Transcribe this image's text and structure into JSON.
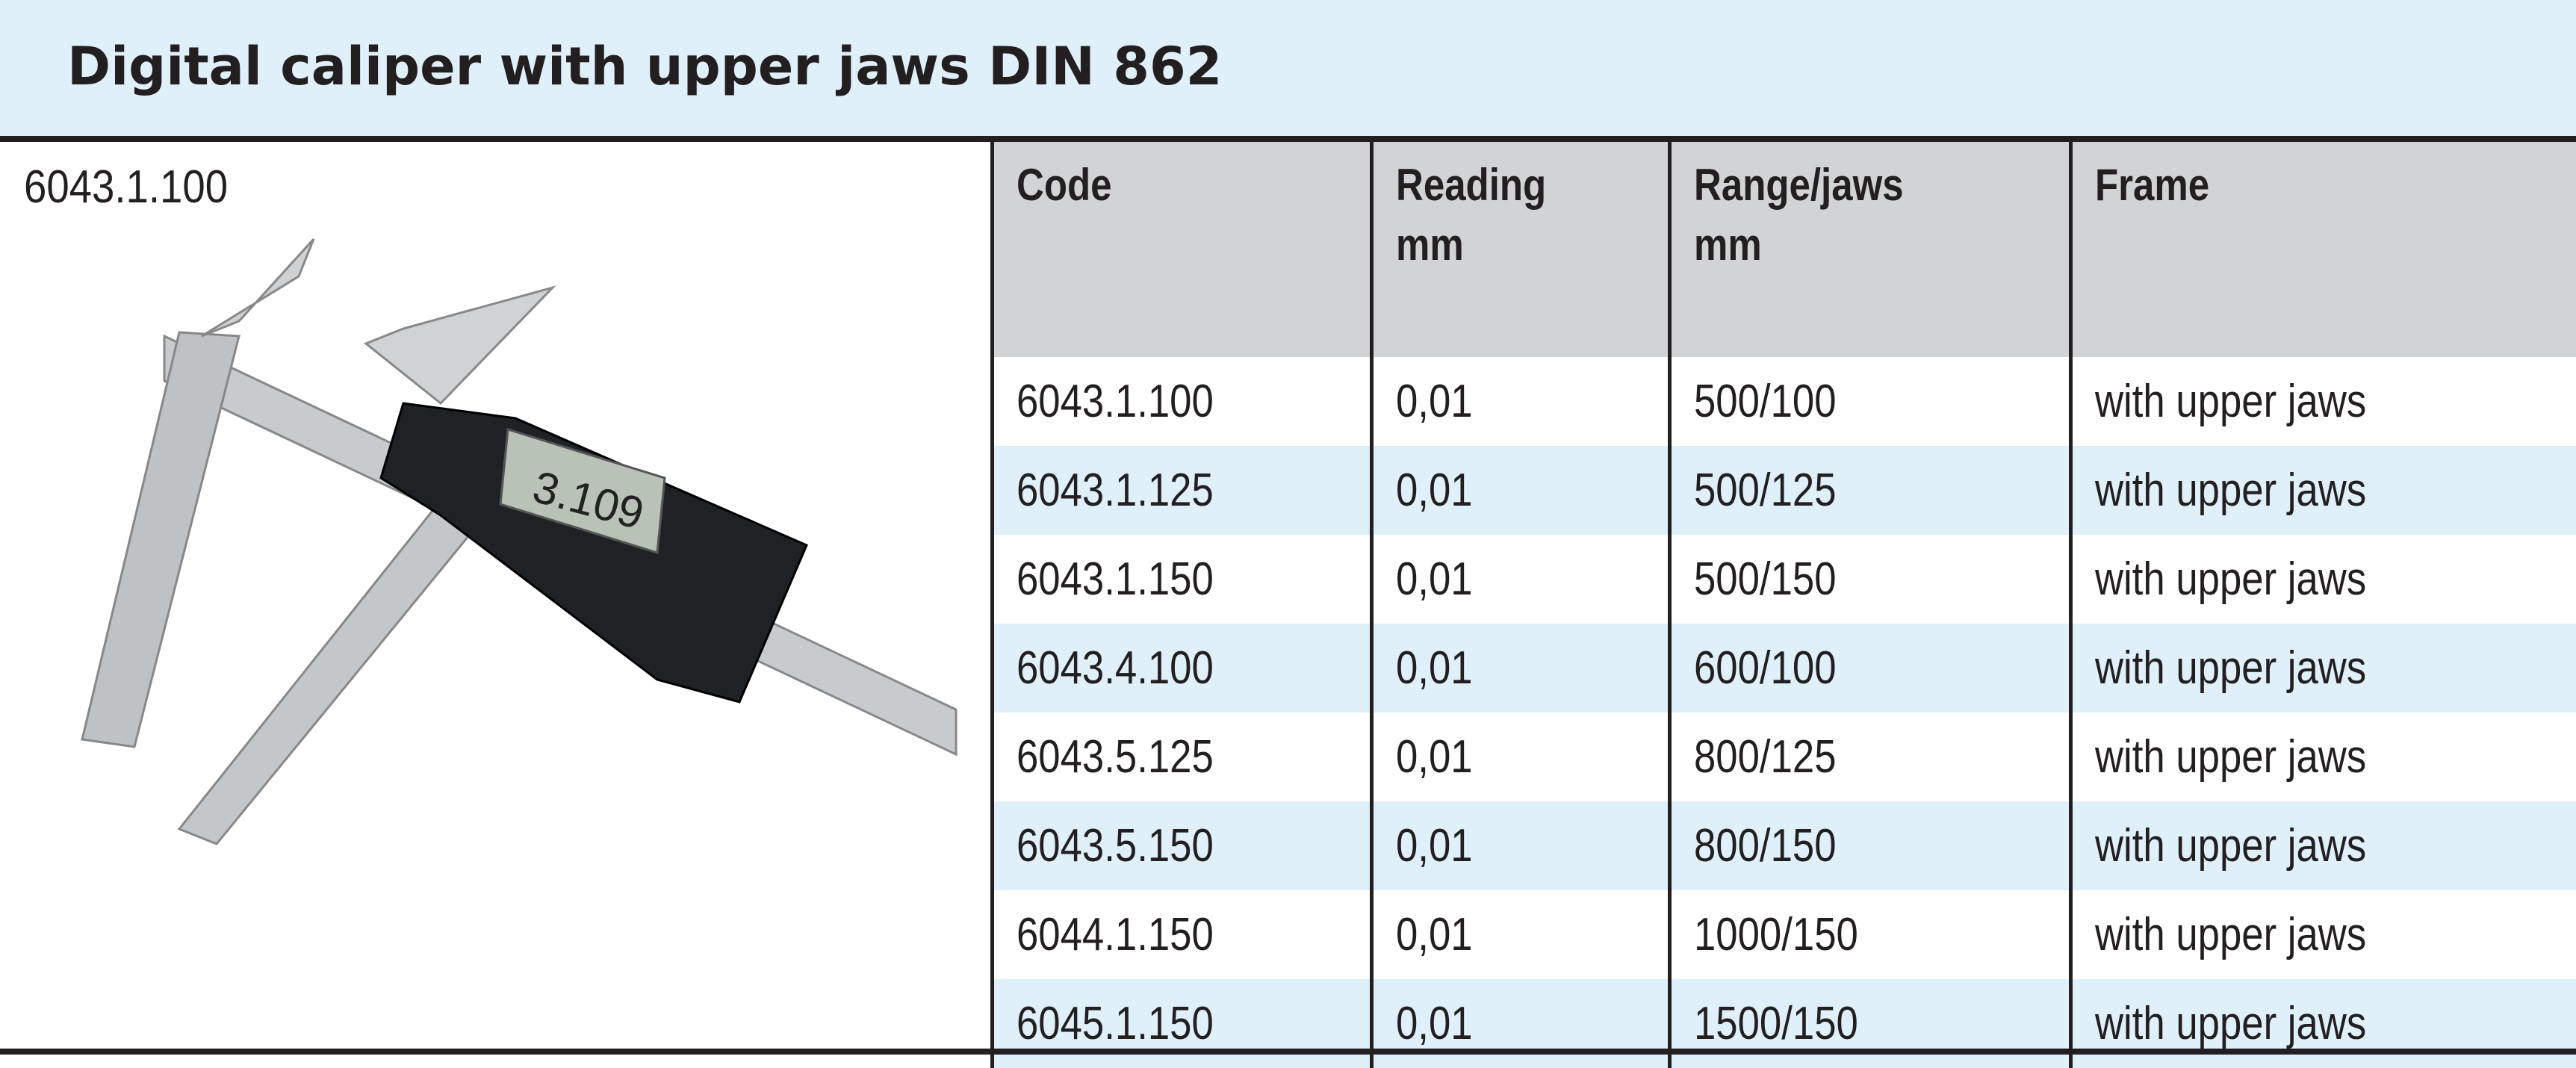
{
  "title": "Digital caliper with upper jaws DIN 862",
  "image_code": "6043.1.100",
  "display_reading": "3.109",
  "table": {
    "headers": [
      [
        "Code",
        ""
      ],
      [
        "Reading",
        "mm"
      ],
      [
        "Range/jaws",
        "mm"
      ],
      [
        "Frame",
        ""
      ]
    ],
    "rows": [
      [
        "6043.1.100",
        "0,01",
        "500/100",
        "with upper jaws"
      ],
      [
        "6043.1.125",
        "0,01",
        "500/125",
        "with upper jaws"
      ],
      [
        "6043.1.150",
        "0,01",
        "500/150",
        "with upper jaws"
      ],
      [
        "6043.4.100",
        "0,01",
        "600/100",
        "with upper jaws"
      ],
      [
        "6043.5.125",
        "0,01",
        "800/125",
        "with upper jaws"
      ],
      [
        "6043.5.150",
        "0,01",
        "800/150",
        "with upper jaws"
      ],
      [
        "6044.1.150",
        "0,01",
        "1000/150",
        "with upper jaws"
      ],
      [
        "6045.1.150",
        "0,01",
        "1500/150",
        "with upper jaws"
      ]
    ]
  }
}
